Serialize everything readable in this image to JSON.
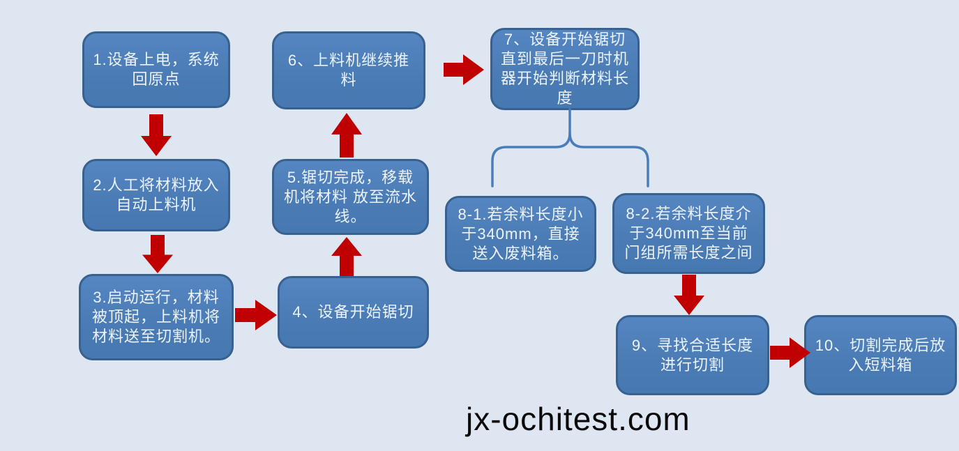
{
  "colors": {
    "background": "#dee6f2",
    "node_fill": "#4f81bd",
    "node_border": "#38618f",
    "node_text": "#edf3fb",
    "arrow": "#c00000",
    "connector": "#4a7ebb",
    "watermark_text": "#0a0a0a"
  },
  "flowchart": {
    "nodes": [
      {
        "id": "1",
        "text": "1.设备上电，系统回原点"
      },
      {
        "id": "2",
        "text": "2.人工将材料放入自动上料机"
      },
      {
        "id": "3",
        "text": "3.启动运行，材料被顶起，上料机将材料送至切割机。"
      },
      {
        "id": "4",
        "text": "4、设备开始锯切"
      },
      {
        "id": "5",
        "text": "5.锯切完成，移载机将材料 放至流水线。"
      },
      {
        "id": "6",
        "text": "6、上料机继续推料"
      },
      {
        "id": "7",
        "text": "7、设备开始锯切直到最后一刀时机器开始判断材料长度"
      },
      {
        "id": "8-1",
        "text": "8-1.若余料长度小于340mm，直接送入废料箱。"
      },
      {
        "id": "8-2",
        "text": "8-2.若余料长度介于340mm至当前门组所需长度之间"
      },
      {
        "id": "9",
        "text": "9、寻找合适长度进行切割"
      },
      {
        "id": "10",
        "text": "10、切割完成后放入短料箱"
      }
    ],
    "edges": [
      {
        "from": "1",
        "to": "2",
        "style": "red-arrow-down"
      },
      {
        "from": "2",
        "to": "3",
        "style": "red-arrow-down"
      },
      {
        "from": "3",
        "to": "4",
        "style": "red-arrow-right"
      },
      {
        "from": "4",
        "to": "5",
        "style": "red-arrow-up"
      },
      {
        "from": "5",
        "to": "6",
        "style": "red-arrow-up"
      },
      {
        "from": "6",
        "to": "7",
        "style": "red-arrow-right"
      },
      {
        "from": "7",
        "to": "8-1",
        "style": "blue-bracket"
      },
      {
        "from": "7",
        "to": "8-2",
        "style": "blue-bracket"
      },
      {
        "from": "8-2",
        "to": "9",
        "style": "red-arrow-down"
      },
      {
        "from": "9",
        "to": "10",
        "style": "red-arrow-right"
      }
    ]
  },
  "footer": {
    "watermark": "jx-ochitest.com"
  }
}
